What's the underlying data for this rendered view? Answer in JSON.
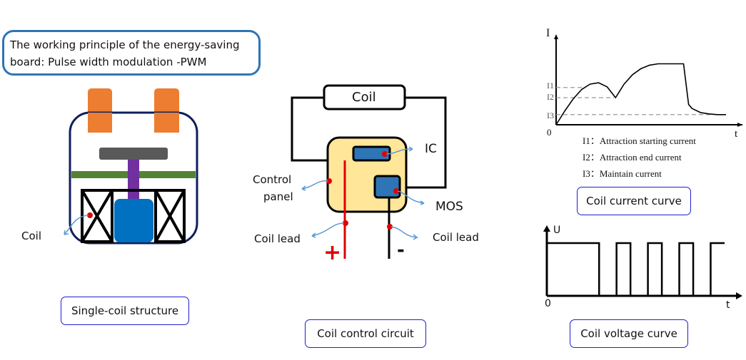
{
  "title": "The working principle of the energy-saving board: Pulse width modulation -PWM",
  "title_lines": [
    "The working principle of the energy-saving",
    "board: Pulse width modulation -PWM"
  ],
  "structure": {
    "caption": "Single-coil structure",
    "coil_label": "Coil",
    "colors": {
      "terminal": "#ed7d31",
      "frame": "#0f1f5c",
      "armature": "#595959",
      "stem": "#7030a0",
      "spring_plate": "#548235",
      "core": "#0070c0",
      "pointer": "#e00000",
      "arrow": "#5b9bd5"
    }
  },
  "circuit": {
    "caption": "Coil control circuit",
    "coil_box_label": "Coil",
    "ic_label": "IC",
    "mos_label": "MOS",
    "control_panel_label": [
      "Control",
      "panel"
    ],
    "coil_lead_left": "Coil lead",
    "coil_lead_right": "Coil lead",
    "plus_sign": "+",
    "minus_sign": "-",
    "colors": {
      "panel": "#ffe699",
      "chip": "#2e75b6",
      "positive_wire": "#e00000",
      "negative_wire": "#111111"
    }
  },
  "chart_data": [
    {
      "type": "line",
      "title": "Coil current curve",
      "xlabel": "t",
      "ylabel": "I",
      "origin_label": "0",
      "y_ticks": [
        "I1",
        "I2",
        "I3"
      ],
      "reference_levels": {
        "I1": 0.55,
        "I2": 0.4,
        "I3": 0.15
      },
      "x": [
        0,
        0.05,
        0.1,
        0.15,
        0.2,
        0.25,
        0.3,
        0.35,
        0.4,
        0.45,
        0.5,
        0.55,
        0.6,
        0.65,
        0.7,
        0.75,
        0.78,
        0.8,
        0.85,
        0.9,
        0.95,
        1.0
      ],
      "values": [
        0,
        0.2,
        0.38,
        0.52,
        0.6,
        0.62,
        0.56,
        0.4,
        0.6,
        0.74,
        0.83,
        0.88,
        0.9,
        0.9,
        0.9,
        0.9,
        0.3,
        0.24,
        0.18,
        0.16,
        0.15,
        0.15
      ],
      "legend": [
        {
          "key": "I1",
          "text": "Attraction starting current"
        },
        {
          "key": "I2",
          "text": "Attraction end current"
        },
        {
          "key": "I3",
          "text": "Maintain current"
        }
      ],
      "grid": false,
      "caption": "Coil current curve"
    },
    {
      "type": "line",
      "title": "Coil voltage curve",
      "xlabel": "t",
      "ylabel": "U",
      "origin_label": "0",
      "high_level": 1,
      "pulses": [
        [
          0,
          0.3
        ],
        [
          0.4,
          0.48
        ],
        [
          0.58,
          0.66
        ],
        [
          0.76,
          0.84
        ],
        [
          0.94,
          1.02
        ]
      ],
      "grid": false,
      "caption": "Coil voltage curve"
    }
  ]
}
